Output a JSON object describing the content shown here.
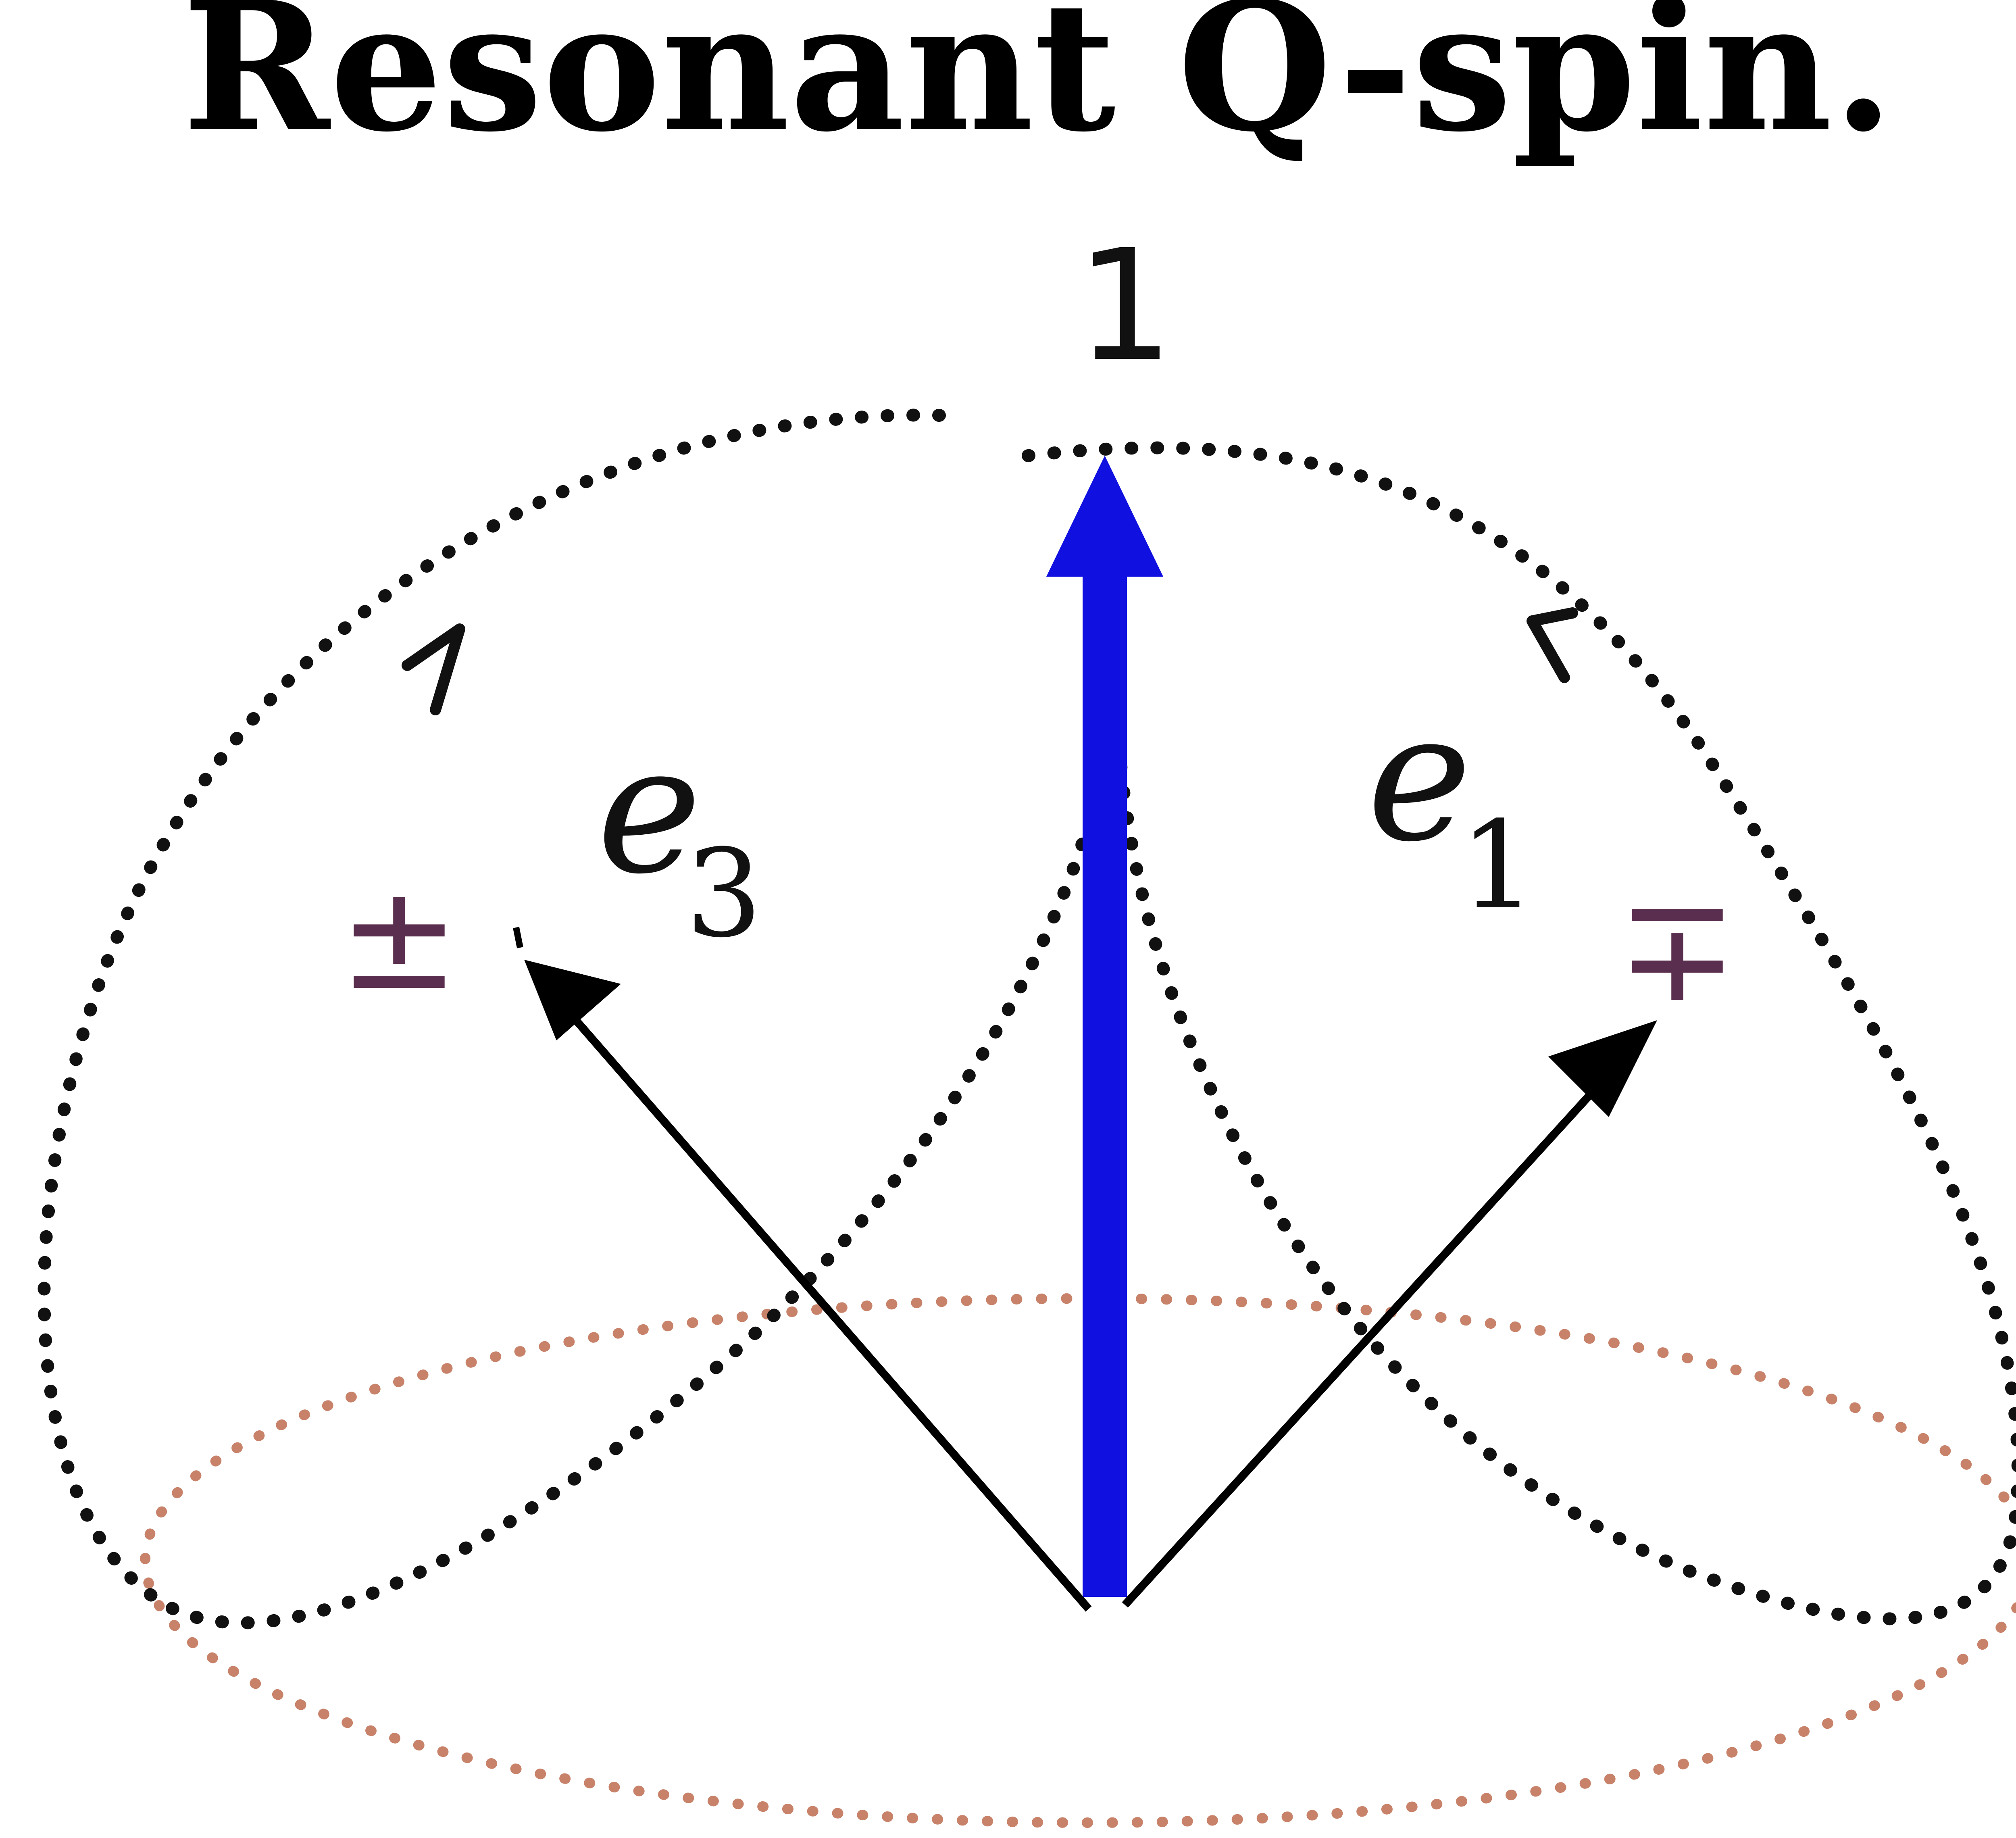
{
  "title": "Resonant Q-spin.",
  "labels": {
    "top": "1",
    "left_vector": "e",
    "left_vector_sub": "3",
    "right_vector": "e",
    "right_vector_sub": "1",
    "left_sign": "±",
    "right_sign": "∓"
  },
  "colors": {
    "axis_arrow": "#1010e0",
    "vectors": "#000000",
    "dotted_loops": "#111111",
    "base_ellipse": "#c8826a",
    "signs": "#5a2e4e"
  }
}
